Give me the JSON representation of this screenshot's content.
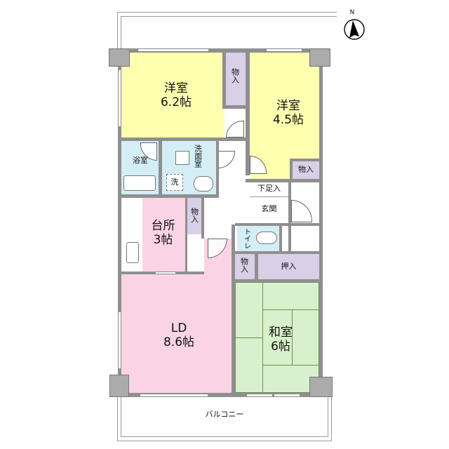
{
  "compass": {
    "label": "N",
    "icon": "north-arrow-icon"
  },
  "rooms": {
    "western_room_1": {
      "name": "洋室",
      "size": "6.2帖",
      "color": "#ffffb0"
    },
    "western_room_2": {
      "name": "洋室",
      "size": "4.5帖",
      "color": "#ffffb0"
    },
    "storage_1": {
      "name": "物入"
    },
    "storage_2": {
      "name": "物入"
    },
    "storage_3": {
      "name": "物入"
    },
    "storage_4": {
      "name": "物入"
    },
    "bath": {
      "name": "浴室",
      "color": "#d4eef5"
    },
    "washroom": {
      "name": "洗面室",
      "color": "#d4eef5"
    },
    "washer": {
      "name": "洗"
    },
    "shoe_closet": {
      "name": "下足入"
    },
    "entrance": {
      "name": "玄関"
    },
    "toilet": {
      "name": "トイレ",
      "color": "#d4eef5"
    },
    "kitchen": {
      "name": "台所",
      "size": "3帖",
      "color": "#fad4e4"
    },
    "closet": {
      "name": "押入",
      "color": "#d9cfe6"
    },
    "living_dining": {
      "name": "LD",
      "size": "8.6帖",
      "color": "#fad4e4"
    },
    "japanese_room": {
      "name": "和室",
      "size": "6帖",
      "color": "#d9f0cc"
    },
    "balcony": {
      "name": "バルコニー"
    }
  },
  "colors": {
    "wall": "#8f8f8f",
    "pillar": "#ababab",
    "storage": "#d9cfe6"
  }
}
